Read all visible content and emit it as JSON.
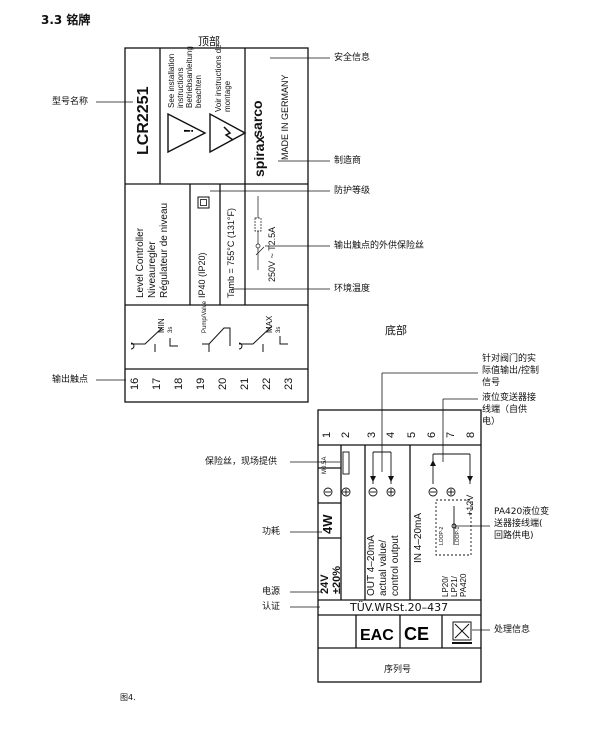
{
  "section_title": "3.3 铭牌",
  "figure_caption": "图4.",
  "top_view": {
    "heading": "顶部",
    "model": "LCR2251",
    "instructions": [
      "See installation",
      "instructions",
      "Betriebsanleitung",
      "beachten"
    ],
    "voir": [
      "Voir instructions de",
      "montage"
    ],
    "brand": "spirax sarco",
    "brand_left": "spirax",
    "brand_right": "sarco",
    "made_in": "MADE IN GERMANY",
    "description": [
      "Level Controller",
      "Niveauregler",
      "Régulateur de niveau"
    ],
    "protection": "IP40 (IP20)",
    "tamb": "Tamb = 755°C (131°F)",
    "fuse_rating": "250V ~ T2.5A",
    "relays": [
      {
        "name": "MIN",
        "sub": "3s"
      },
      {
        "name": "Pump/Valve",
        "sub": ""
      },
      {
        "name": "MAX",
        "sub": "3s"
      }
    ],
    "terminals": [
      "16",
      "17",
      "18",
      "19",
      "20",
      "21",
      "22",
      "23"
    ]
  },
  "bottom_view": {
    "heading": "底部",
    "terminals": [
      "1",
      "2",
      "3",
      "4",
      "5",
      "6",
      "7",
      "8"
    ],
    "fuse": "M0.5A",
    "power_consumption": "4W",
    "supply_voltage": "24V",
    "supply_tolerance": "±20%",
    "output_label": [
      "OUT 4–20mA",
      "actual value/",
      "control output"
    ],
    "input_label": "IN 4–20mA",
    "plus12": "+12V",
    "loop1": "LOOP-1",
    "loop2": "LOOP-2",
    "lp_models": [
      "LP20/",
      "LP21/",
      "PA420"
    ],
    "certification": "TÜV.WRSt.20–437",
    "eac": "EAC",
    "ce": "CE",
    "serial": "序列号"
  },
  "callouts": {
    "safety": "安全信息",
    "model_name": "型号名称",
    "manufacturer": "制造商",
    "protection_class": "防护等级",
    "fuse_external": "输出触点的外供保险丝",
    "ambient_temp": "环境温度",
    "output_contacts": "输出触点",
    "valve_output": [
      "针对阀门的实",
      "际值输出/控制",
      "信号"
    ],
    "transmitter_terminal": [
      "液位变送器接",
      "线端（自供",
      "电）"
    ],
    "fuse_field": "保险丝，现场提供",
    "pa420_terminal": [
      "PA420液位变",
      "送器接线端(",
      "回路供电)"
    ],
    "power_consumption": "功耗",
    "power_supply": "电源",
    "certification": "认证",
    "disposal": "处理信息"
  }
}
